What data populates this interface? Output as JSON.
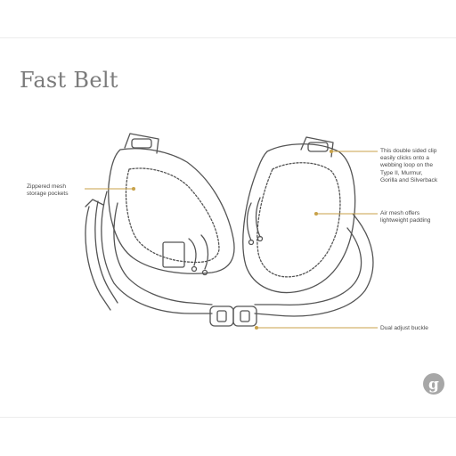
{
  "diagram": {
    "title": "Fast Belt",
    "callouts": {
      "clip": "This double sided clip\neasily clicks onto a\nwebbing loop on the\nType II, Murmur,\nGorilla and Silverback",
      "pockets": "Zippered mesh\nstorage pockets",
      "air_mesh": "Air mesh offers\nlightweight padding",
      "buckle": "Dual adjust buckle"
    },
    "logo_letter": "g"
  },
  "colors": {
    "line": "#555555",
    "leader": "#c8a24a",
    "title": "#7b7b7b",
    "logo": "#a7a7a7"
  }
}
